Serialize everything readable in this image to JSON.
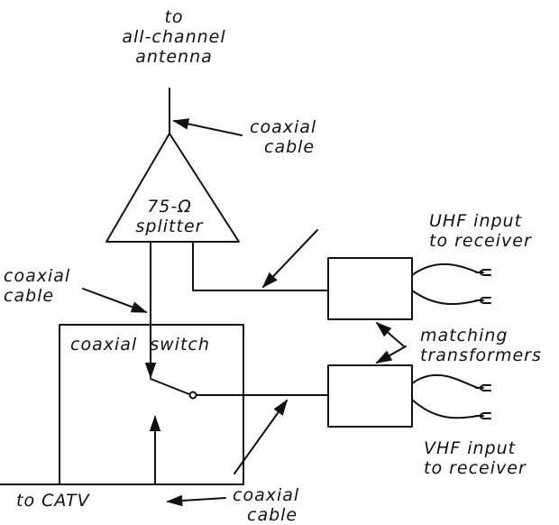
{
  "labels": {
    "antenna": [
      "to",
      "all-channel",
      "antenna"
    ],
    "coax_top": [
      "coaxial",
      "cable"
    ],
    "splitter": [
      "75-Ω",
      "splitter"
    ],
    "uhf": [
      "UHF input",
      "to receiver"
    ],
    "coax_left": [
      "coaxial",
      "cable"
    ],
    "switch": "coaxial  switch",
    "matching": [
      "matching",
      "transformers"
    ],
    "vhf": [
      "VHF input",
      "to receiver"
    ],
    "catv": "to CATV",
    "coax_bottom": [
      "coaxial",
      "cable"
    ]
  },
  "colors": {
    "ink": "#111111",
    "background": "#ffffff"
  }
}
